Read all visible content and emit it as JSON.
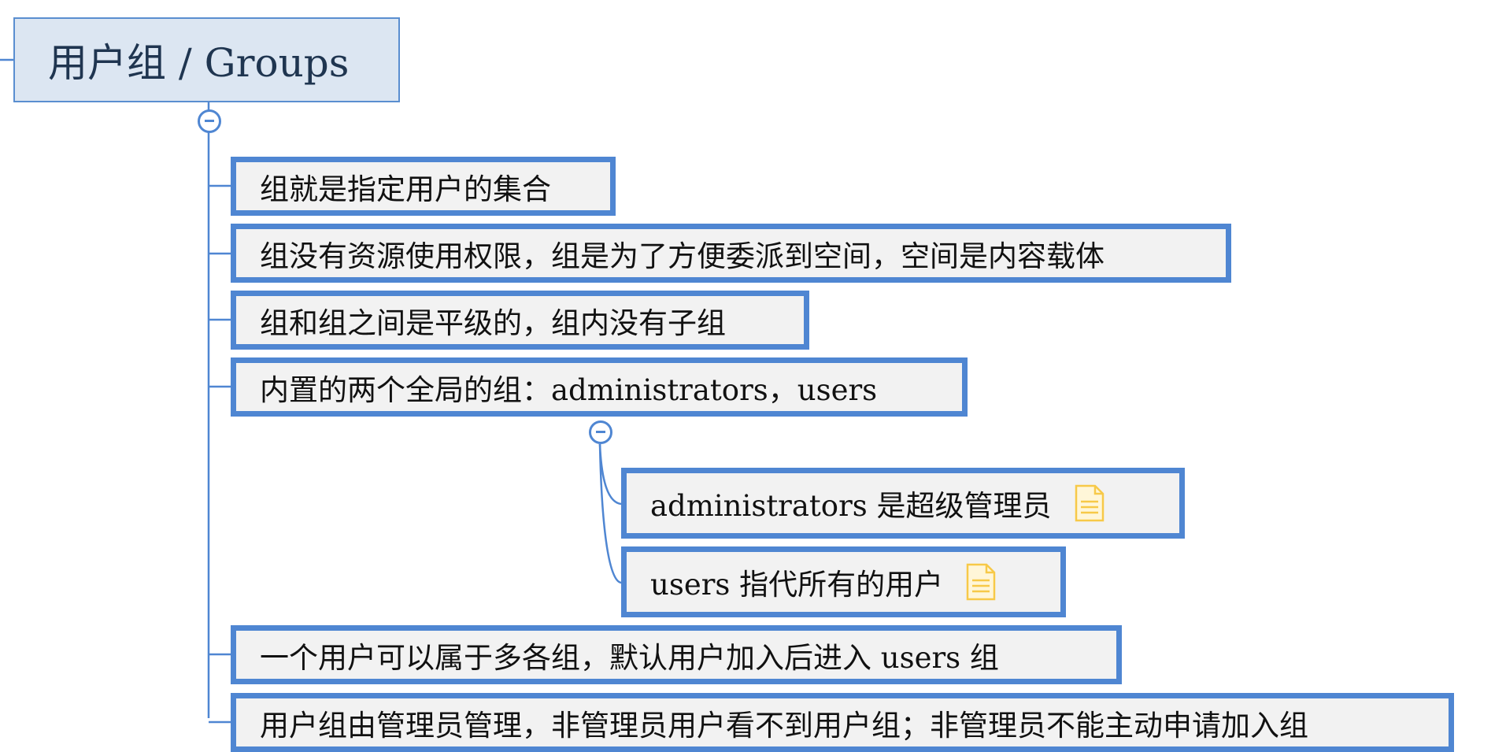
{
  "root": {
    "label": "用户组 / Groups"
  },
  "topics": [
    {
      "label": "组就是指定用户的集合"
    },
    {
      "label": "组没有资源使用权限，组是为了方便委派到空间，空间是内容载体"
    },
    {
      "label": "组和组之间是平级的，组内没有子组"
    },
    {
      "label": "内置的两个全局的组：administrators，users",
      "children": [
        {
          "label": "administrators 是超级管理员",
          "icon": "note-icon"
        },
        {
          "label": "users 指代所有的用户",
          "icon": "note-icon"
        }
      ]
    },
    {
      "label": "一个用户可以属于多各组，默认用户加入后进入 users 组"
    },
    {
      "label": "用户组由管理员管理，非管理员用户看不到用户组；非管理员不能主动申请加入组"
    }
  ],
  "colors": {
    "connector": "#4f86d2",
    "node_border": "#4f86d2",
    "node_fill": "#f2f2f2",
    "root_fill": "#dce6f2",
    "note_icon": "#f7c948"
  }
}
